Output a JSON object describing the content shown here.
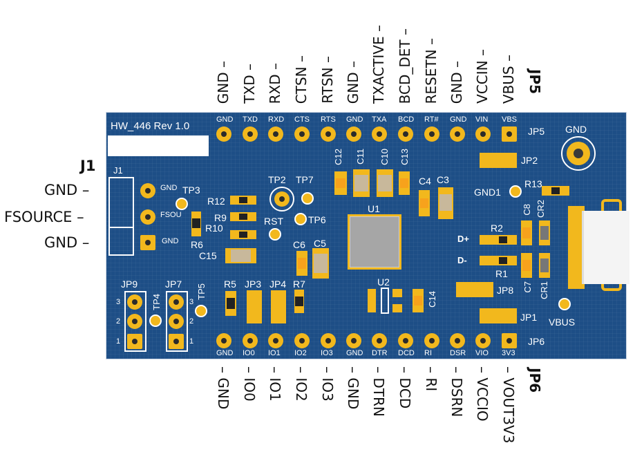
{
  "board": {
    "title": "HW_446 Rev 1.0",
    "colors": {
      "pcb": "#1d4e86",
      "copper": "#f2b81d",
      "silkscreen": "#ffffff"
    }
  },
  "connectors": {
    "JP5": {
      "label": "JP5",
      "silk_label": "JP5",
      "pins": [
        {
          "silk": "GND",
          "signal": "GND"
        },
        {
          "silk": "TXD",
          "signal": "TXD"
        },
        {
          "silk": "RXD",
          "signal": "RXD"
        },
        {
          "silk": "CTS",
          "signal": "CTSN"
        },
        {
          "silk": "RTS",
          "signal": "RTSN"
        },
        {
          "silk": "GND",
          "signal": "GND"
        },
        {
          "silk": "TXA",
          "signal": "TXACTIVE"
        },
        {
          "silk": "BCD",
          "signal": "BCD_DET"
        },
        {
          "silk": "RT#",
          "signal": "RESETN"
        },
        {
          "silk": "GND",
          "signal": "GND"
        },
        {
          "silk": "VIN",
          "signal": "VCCIN"
        },
        {
          "silk": "VBS",
          "signal": "VBUS"
        }
      ]
    },
    "JP6": {
      "label": "JP6",
      "silk_label": "JP6",
      "pins": [
        {
          "silk": "GND",
          "signal": "GND"
        },
        {
          "silk": "IO0",
          "signal": "IO0"
        },
        {
          "silk": "IO1",
          "signal": "IO1"
        },
        {
          "silk": "IO2",
          "signal": "IO2"
        },
        {
          "silk": "IO3",
          "signal": "IO3"
        },
        {
          "silk": "GND",
          "signal": "GND"
        },
        {
          "silk": "DTR",
          "signal": "DTRN"
        },
        {
          "silk": "DCD",
          "signal": "DCD"
        },
        {
          "silk": "RI",
          "signal": "RI"
        },
        {
          "silk": "DSR",
          "signal": "DSRN"
        },
        {
          "silk": "VIO",
          "signal": "VCCIO"
        },
        {
          "silk": "3V3",
          "signal": "VOUT3V3"
        }
      ]
    },
    "J1": {
      "label": "J1",
      "silk_label": "J1",
      "pins": [
        {
          "silk": "GND",
          "signal": "GND"
        },
        {
          "silk": "FSOU",
          "signal": "FSOURCE"
        },
        {
          "silk": "GND",
          "signal": "GND"
        }
      ]
    }
  },
  "silk_labels": {
    "tp2": "TP2",
    "tp3": "TP3",
    "tp4": "TP4",
    "tp5": "TP5",
    "tp6": "TP6",
    "tp7": "TP7",
    "rst": "RST",
    "gnd_hole": "GND",
    "gnd1": "GND1",
    "vbus": "VBUS",
    "r1": "R1",
    "r2": "R2",
    "r5": "R5",
    "r6": "R6",
    "r7": "R7",
    "r9": "R9",
    "r10": "R10",
    "r12": "R12",
    "r13": "R13",
    "c3": "C3",
    "c4": "C4",
    "c5": "C5",
    "c6": "C6",
    "c7": "C7",
    "c8": "C8",
    "c10": "C10",
    "c11": "C11",
    "c12": "C12",
    "c13": "C13",
    "c14": "C14",
    "c15": "C15",
    "cr1": "CR1",
    "cr2": "CR2",
    "u1": "U1",
    "u2": "U2",
    "jp1": "JP1",
    "jp2": "JP2",
    "jp3": "JP3",
    "jp4": "JP4",
    "jp7": "JP7",
    "jp8": "JP8",
    "jp9": "JP9",
    "dplus": "D+",
    "dminus": "D-",
    "pin1": "1",
    "pin2": "2",
    "pin3": "3"
  }
}
